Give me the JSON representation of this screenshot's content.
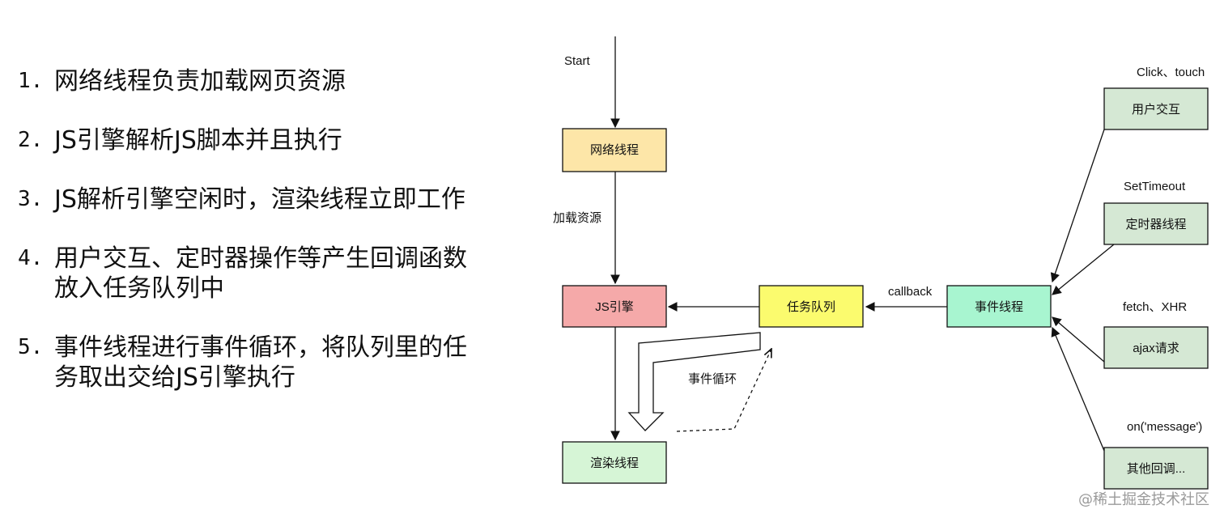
{
  "steps": [
    {
      "num": "1.",
      "text": "网络线程负责加载网页资源"
    },
    {
      "num": "2.",
      "text": "JS引擎解析JS脚本并且执行"
    },
    {
      "num": "3.",
      "text": "JS解析引擎空闲时，渲染线程立即工作"
    },
    {
      "num": "4.",
      "text": "用户交互、定时器操作等产生回调函数放入任务队列中"
    },
    {
      "num": "5.",
      "text": "事件线程进行事件循环，将队列里的任务取出交给JS引擎执行"
    }
  ],
  "nodes": {
    "network": {
      "label": "网络线程",
      "fill": "#fde6a8"
    },
    "js_engine": {
      "label": "JS引擎",
      "fill": "#f5a9a9"
    },
    "render": {
      "label": "渲染线程",
      "fill": "#d6f5d6"
    },
    "task_queue": {
      "label": "任务队列",
      "fill": "#fbfb6e"
    },
    "event_thread": {
      "label": "事件线程",
      "fill": "#a8f5d0"
    },
    "user_interaction": {
      "label": "用户交互",
      "fill": "#d5e8d4"
    },
    "timer": {
      "label": "定时器线程",
      "fill": "#d5e8d4"
    },
    "ajax": {
      "label": "ajax请求",
      "fill": "#d5e8d4"
    },
    "other_callbacks": {
      "label": "其他回调...",
      "fill": "#d5e8d4"
    }
  },
  "edge_labels": {
    "start": "Start",
    "load_resources": "加载资源",
    "callback": "callback",
    "event_loop": "事件循环",
    "click_touch": "Click、touch",
    "set_timeout": "SetTimeout",
    "fetch_xhr": "fetch、XHR",
    "on_message": "on('message')"
  },
  "watermark": "@稀土掘金技术社区"
}
